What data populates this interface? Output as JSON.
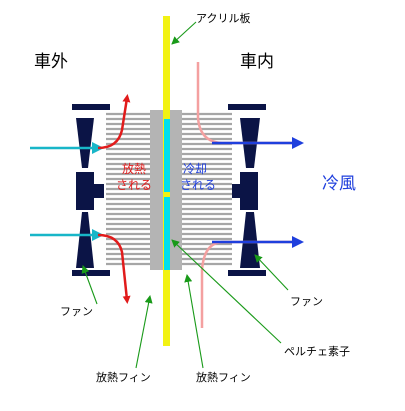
{
  "labels": {
    "outside": "車外",
    "inside": "車内",
    "acrylic_plate": "アクリル板",
    "heat_release_1": "放熱",
    "heat_release_2": "される",
    "cooling_1": "冷却",
    "cooling_2": "される",
    "cold_air": "冷風",
    "fan_left": "ファン",
    "fan_right": "ファン",
    "peltier": "ペルチェ素子",
    "fin_left": "放熱フィン",
    "fin_right": "放熱フィン"
  },
  "colors": {
    "hot": "#e11b1b",
    "cold": "#1f3fdd",
    "incoming_air": "#18b6c8",
    "acrylic": "#f2f213",
    "peltier": "#00e0ee",
    "fan": "#0b1446",
    "fin": "#a6a6a6",
    "leader": "#199a19",
    "pink": "#f4a0a0"
  }
}
